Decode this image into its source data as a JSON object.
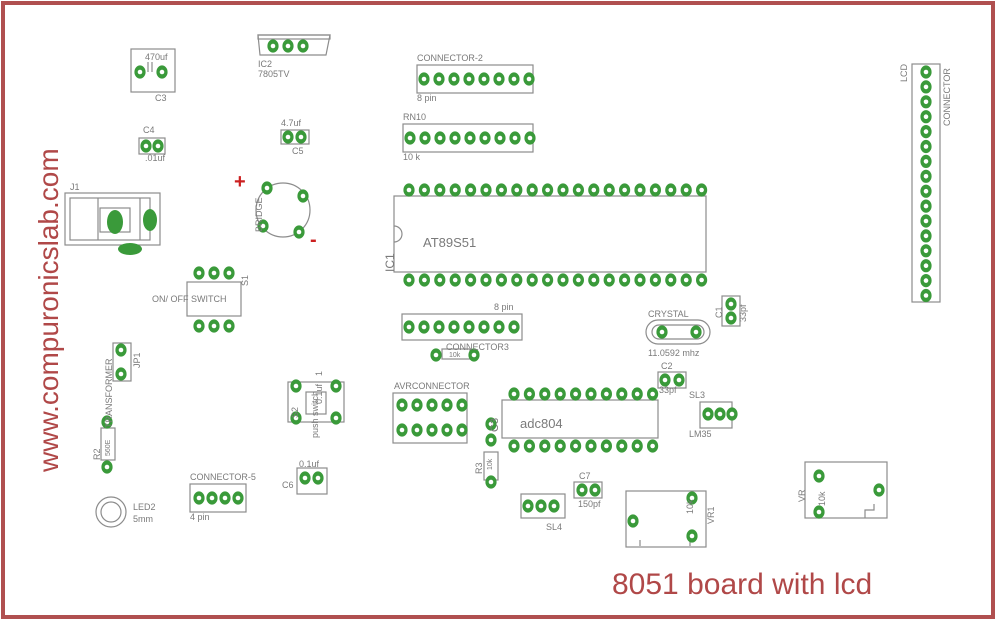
{
  "colors": {
    "border": "#b05050",
    "outline": "#8c8c8c",
    "pad": "#3a9a3a",
    "text": "#7a7a7a",
    "title": "#b04848",
    "red": "#cc2020"
  },
  "vertical_text": "www.compuronicslab.com",
  "title": "8051 board with lcd",
  "labels": {
    "c3_val": "470uf",
    "c3_name": "C3",
    "ic2_name": "IC2",
    "ic2_val": "7805TV",
    "c4_name": "C4",
    "c4_val": ".01uf",
    "c5_val": "4.7uf",
    "c5_name": "C5",
    "j1": "J1",
    "bridge": "BRIDGE",
    "plus": "+",
    "minus": "-",
    "s1": "S1",
    "switch": "ON/ OFF SWITCH",
    "jp1": "JP1",
    "transformer": "TRANSFORMER",
    "r2_name": "R2",
    "r2_val": "560E",
    "led2": "LED2",
    "led2_val": "5mm",
    "conn5": "CONNECTOR-5",
    "conn5_pins": "4 pin",
    "sw_name": "S2",
    "sw_val": "push switch",
    "sw_num": "1",
    "sw_cap": "0.1uf",
    "c6_val": "0.1uf",
    "c6_name": "C6",
    "conn2": "CONNECTOR-2",
    "conn2_pins": "8 pin",
    "rn10": "RN10",
    "rn10_val": "10 k",
    "at89": "AT89S51",
    "ic1": "IC1",
    "conn3_pins": "8 pin",
    "conn3": "CONNECTOR3",
    "conn3_res": "10k",
    "avr": "AVRCONNECTOR",
    "c3b": "C3",
    "r3_name": "R3",
    "r3_val": "10k",
    "adc": "adc804",
    "sl4": "SL4",
    "c7": "C7",
    "c7_val": "150pf",
    "crystal": "CRYSTAL",
    "crystal_val": "11.0592 mhz",
    "c1": "C1",
    "c1_val": "33pf",
    "c2": "C2",
    "c2_val": "33pf",
    "sl3": "SL3",
    "sl3_val": "LM35",
    "vr1": "VR1",
    "vr1_val": "10k",
    "vr": "VR",
    "vr_val": "10k",
    "lcd": "LCD",
    "lcd_conn": "CONNECTOR"
  }
}
